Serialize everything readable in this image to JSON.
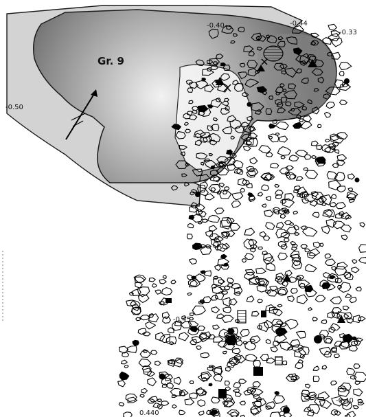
{
  "plan": {
    "feature_label": "Gr. 9",
    "elevations": {
      "west": "-0.50",
      "north": "-0.40",
      "north_east": "-0.44",
      "far_north_east": "-0.33",
      "south_centre": "-0.45",
      "south_west": "0.440",
      "south_east": "-0.40"
    },
    "colors": {
      "pit_outer": "#d4d4d4",
      "pit_inner_dark": "#7d7d7d",
      "pit_inner_light": "#f1f1f1",
      "stone_outline": "#000000",
      "background": "#ffffff"
    }
  }
}
